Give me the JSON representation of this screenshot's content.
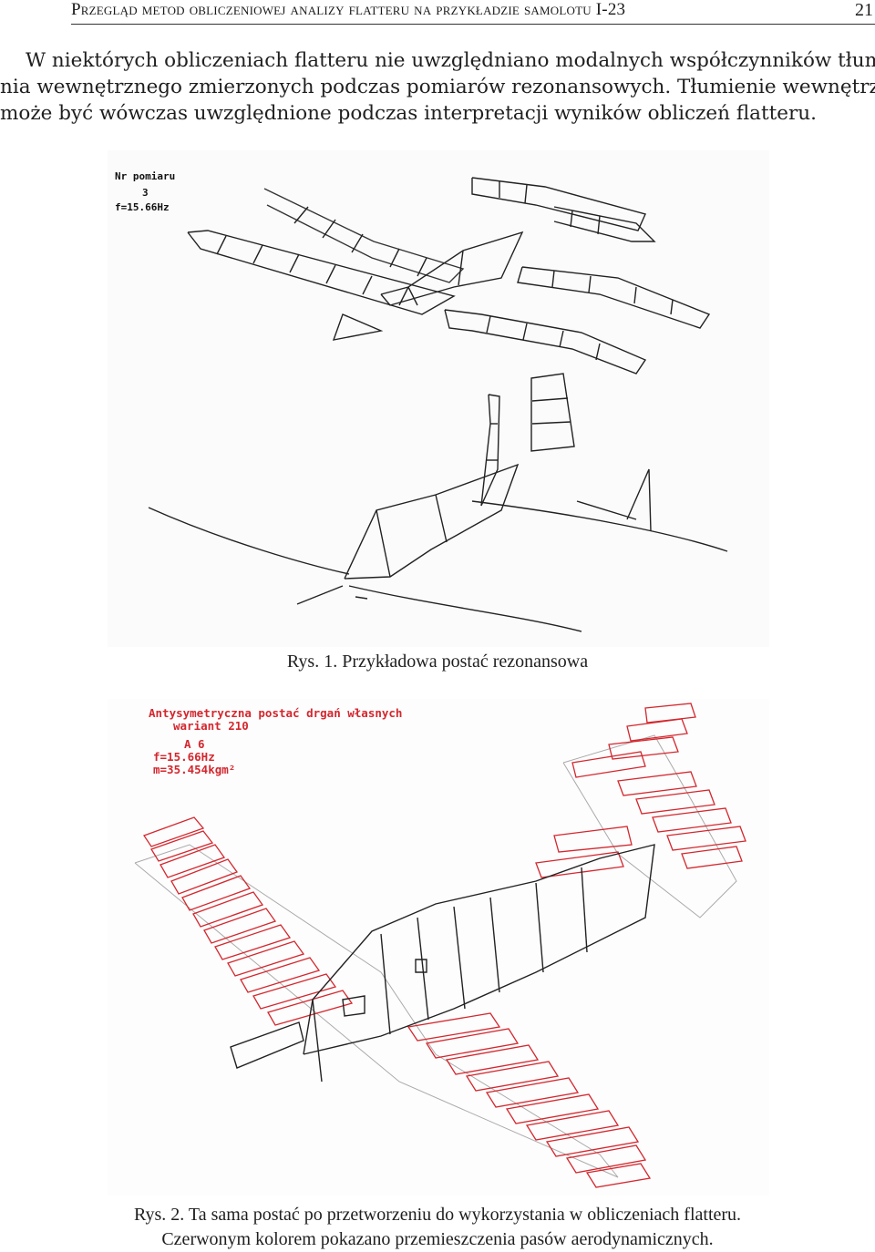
{
  "header": {
    "title_sc": "Przegląd metod obliczeniowej analizy flatteru na przykładzie samolotu",
    "title_tail": " I-23",
    "page_number": "21"
  },
  "paragraph": {
    "line1": "W niektórych obliczeniach flatteru nie uwzględniano modalnych współczynników tłumie-",
    "line2": "nia wewnętrznego zmierzonych podczas pomiarów rezonansowych. Tłumienie wewnętrzne",
    "line3": "może być wówczas uwzględnione podczas interpretacji wyników obliczeń flatteru."
  },
  "figure1": {
    "label1": "Nr pomiaru",
    "label2": "3",
    "label3": "f=15.66Hz",
    "caption": "Rys. 1. Przykładowa postać rezonansowa"
  },
  "figure2": {
    "label1": "Antysymetryczna postać drgań własnych",
    "label2": "wariant 210",
    "label3": "A 6",
    "label4": "f=15.66Hz",
    "label5": "m=35.454kgm²",
    "caption_line1": "Rys. 2. Ta sama postać po przetworzeniu do wykorzystania w obliczeniach flatteru.",
    "caption_line2": "Czerwonym kolorem pokazano przemieszczenia pasów aerodynamicznych."
  },
  "colors": {
    "wireframe": "#222222",
    "displacement": "#e0303a",
    "grey_ghost": "#aaaaaa"
  }
}
